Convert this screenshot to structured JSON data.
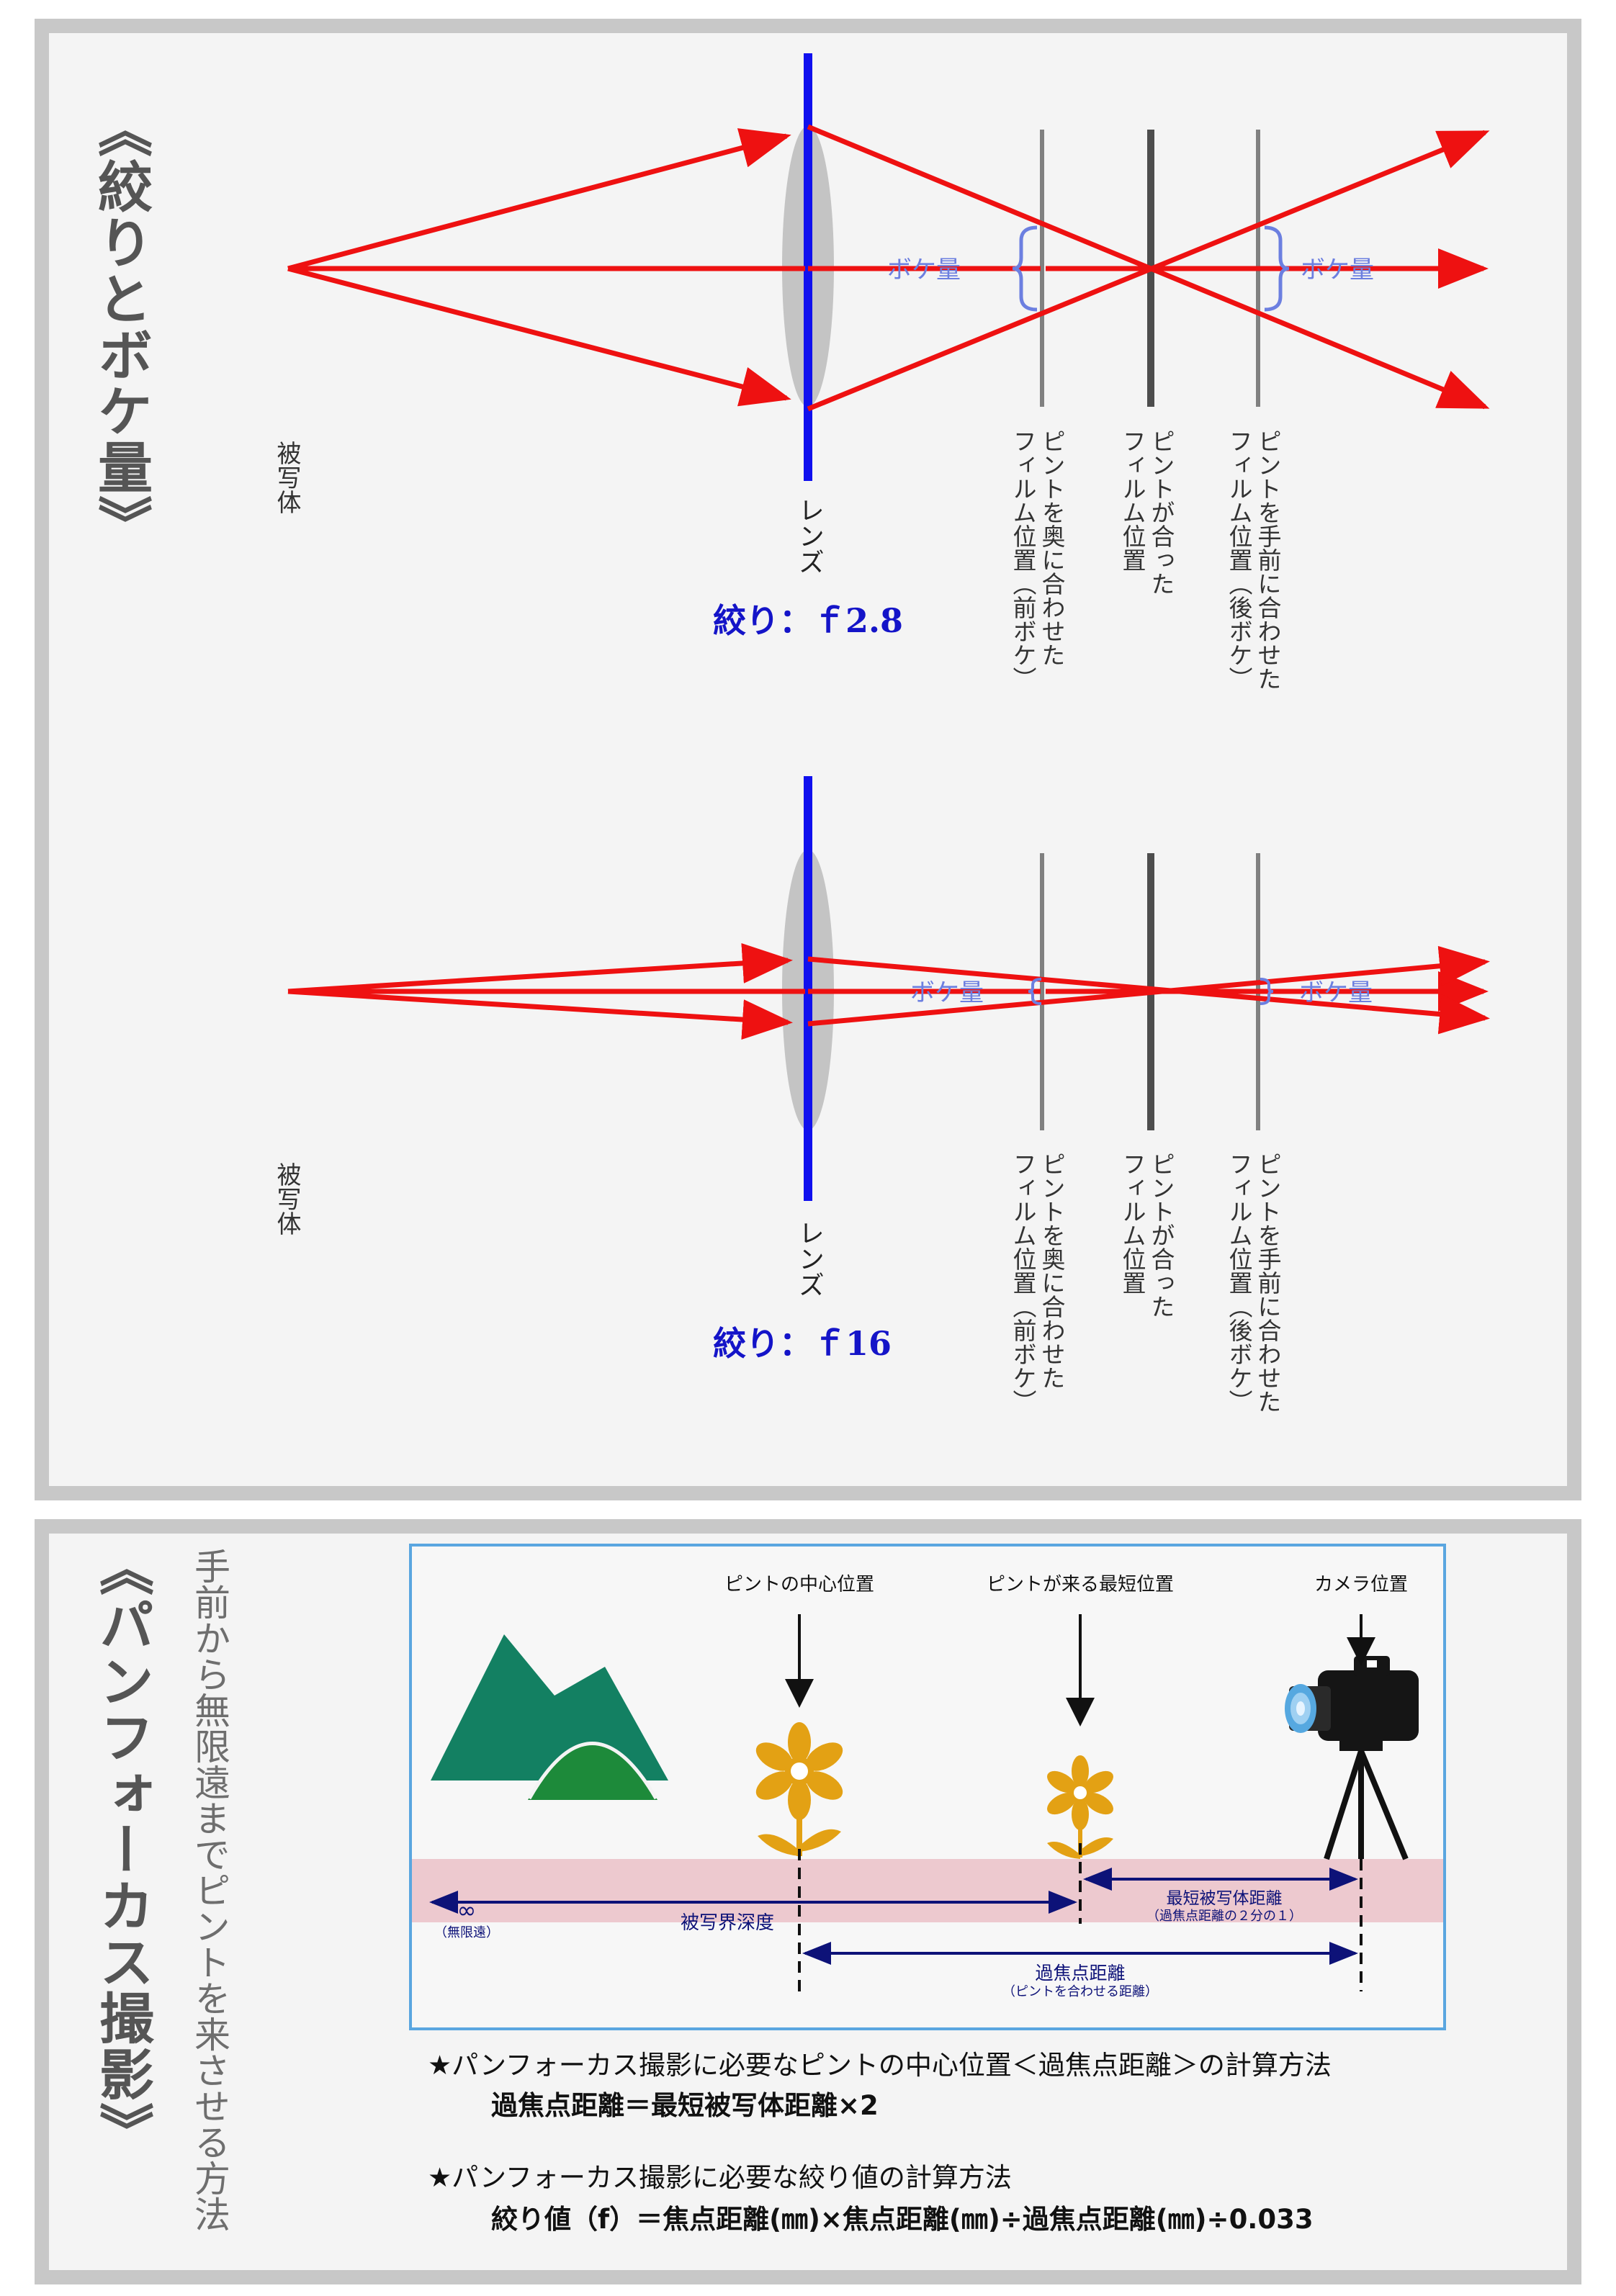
{
  "top": {
    "title": "《絞りとボケ量》",
    "diagram1": {
      "subject": "被写体",
      "lens": "レンズ",
      "aperture": "絞り：ｆ2.8",
      "bokeh_left": "ボケ量",
      "bokeh_right": "ボケ量",
      "film_back": "ピントを奥に合わせた\nフィルム位置（前ボケ）",
      "film_focus": "ピントが合った\nフィルム位置",
      "film_front": "ピントを手前に合わせた\nフィルム位置（後ボケ）"
    },
    "diagram2": {
      "subject": "被写体",
      "lens": "レンズ",
      "aperture": "絞り：ｆ16",
      "bokeh_left": "ボケ量",
      "bokeh_right": "ボケ量",
      "film_back": "ピントを奥に合わせた\nフィルム位置（前ボケ）",
      "film_focus": "ピントが合った\nフィルム位置",
      "film_front": "ピントを手前に合わせた\nフィルム位置（後ボケ）"
    }
  },
  "bottom": {
    "title": "《パンフォーカス撮影》",
    "subtitle": "手前から無限遠までピントを来させる方法",
    "label_center_focus": "ピントの中心位置",
    "label_min_focus": "ピントが来る最短位置",
    "label_camera": "カメラ位置",
    "infinity_symbol": "∞",
    "infinity_note": "（無限遠）",
    "dof_label": "被写界深度",
    "min_distance_label": "最短被写体距離",
    "min_distance_note": "（過焦点距離の２分の１）",
    "hyperfocal_label": "過焦点距離",
    "hyperfocal_note": "（ピントを合わせる距離）",
    "formula1_heading": "★パンフォーカス撮影に必要なピントの中心位置＜過焦点距離＞の計算方法",
    "formula1": "過焦点距離＝最短被写体距離×2",
    "formula2_heading": "★パンフォーカス撮影に必要な絞り値の計算方法",
    "formula2": "絞り値（f）＝焦点距離(㎜)×焦点距離(㎜)÷過焦点距離(㎜)÷0.033"
  },
  "colors": {
    "ray": "#ee1111",
    "lens_axis": "#1010ee",
    "bokeh": "#6c7fe0",
    "aperture_text": "#1414c8",
    "mountain_dark": "#138062",
    "mountain_light": "#1d8a3a",
    "flower": "#e3a114",
    "zone": "#edc9cf",
    "arrow_navy": "#0d1278",
    "frame_border": "#5aa6e0"
  }
}
